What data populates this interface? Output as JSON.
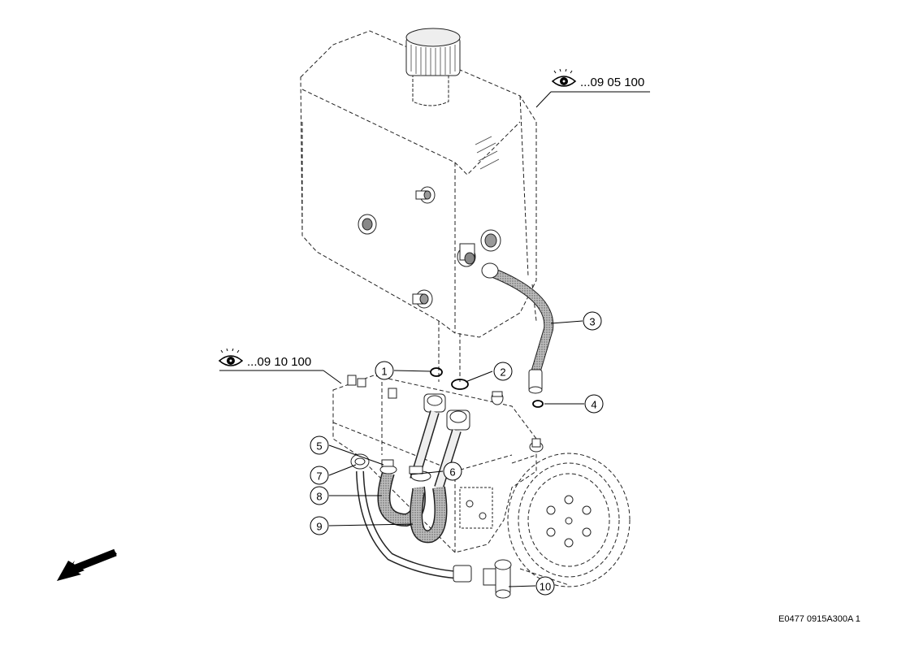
{
  "references": [
    {
      "id": "tank",
      "text": "...09 05 100",
      "icon": "eye-icon"
    },
    {
      "id": "pump",
      "text": "...09 10 100",
      "icon": "eye-icon"
    }
  ],
  "callouts": [
    "1",
    "2",
    "3",
    "4",
    "5",
    "6",
    "7",
    "8",
    "9",
    "10"
  ],
  "drawing_id": "E0477 0915A300A 1",
  "direction_arrow": "arrow-down-left-icon"
}
